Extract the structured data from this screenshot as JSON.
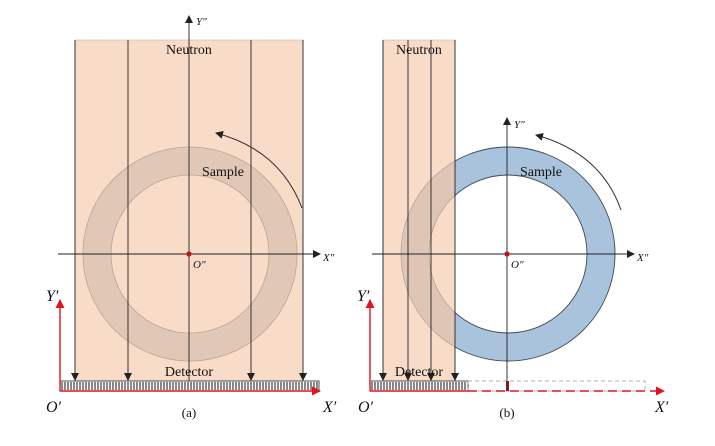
{
  "panel_a": {
    "neutron_label": "Neutron",
    "sample_label": "Sample",
    "detector_label": "Detector",
    "axis_x2": "X\"",
    "axis_y2": "Y\"",
    "origin2": "O\"",
    "axis_x1": "X′",
    "axis_y1": "Y′",
    "origin1": "O′",
    "caption": "(a)"
  },
  "panel_b": {
    "neutron_label": "Neutron",
    "sample_label": "Sample",
    "detector_label": "Detector",
    "axis_x2": "X\"",
    "axis_y2": "Y\"",
    "origin2": "O\"",
    "axis_x1": "X′",
    "axis_y1": "Y′",
    "origin1": "O′",
    "caption": "(b)"
  },
  "colors": {
    "beam_fill": "#f9dcc8",
    "ring_faded": "#cdb6a8",
    "ring_blue": "#a9c3dc",
    "axis_red": "#e0141c",
    "origin_dot": "#c0141c"
  }
}
